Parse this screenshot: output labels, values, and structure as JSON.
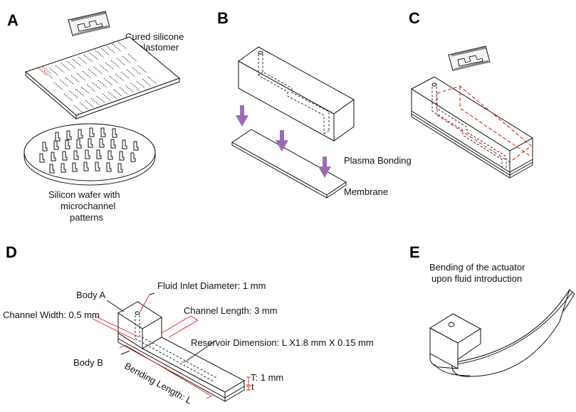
{
  "panels": {
    "a": {
      "label": "A",
      "elastomer_caption": [
        "Cured silicone",
        "elastomer"
      ],
      "wafer_caption": [
        "Silicon wafer with",
        "microchannel",
        "patterns"
      ]
    },
    "b": {
      "label": "B",
      "plasma_caption": "Plasma Bonding",
      "membrane_caption": "Membrane"
    },
    "c": {
      "label": "C"
    },
    "d": {
      "label": "D",
      "body_a": "Body A",
      "body_b": "Body B",
      "fluid_inlet": "Fluid Inlet Diameter: 1 mm",
      "channel_width": "Channel Width: 0.5 mm",
      "channel_length": "Channel Length: 3 mm",
      "reservoir": "Reservoir Dimension: L X1.8 mm X 0.15 mm",
      "thickness_T": "T: 1 mm",
      "thickness_t": "t",
      "bending_length": "Bending Length: L"
    },
    "e": {
      "label": "E",
      "caption": [
        "Bending of the actuator",
        "upon fluid introduction"
      ]
    }
  },
  "colors": {
    "arrow": "#9b6bb5",
    "highlight": "#e0201c",
    "line": "#111111"
  },
  "icons": {
    "razor": "razor-blade-icon",
    "arrow": "down-arrow-icon"
  }
}
